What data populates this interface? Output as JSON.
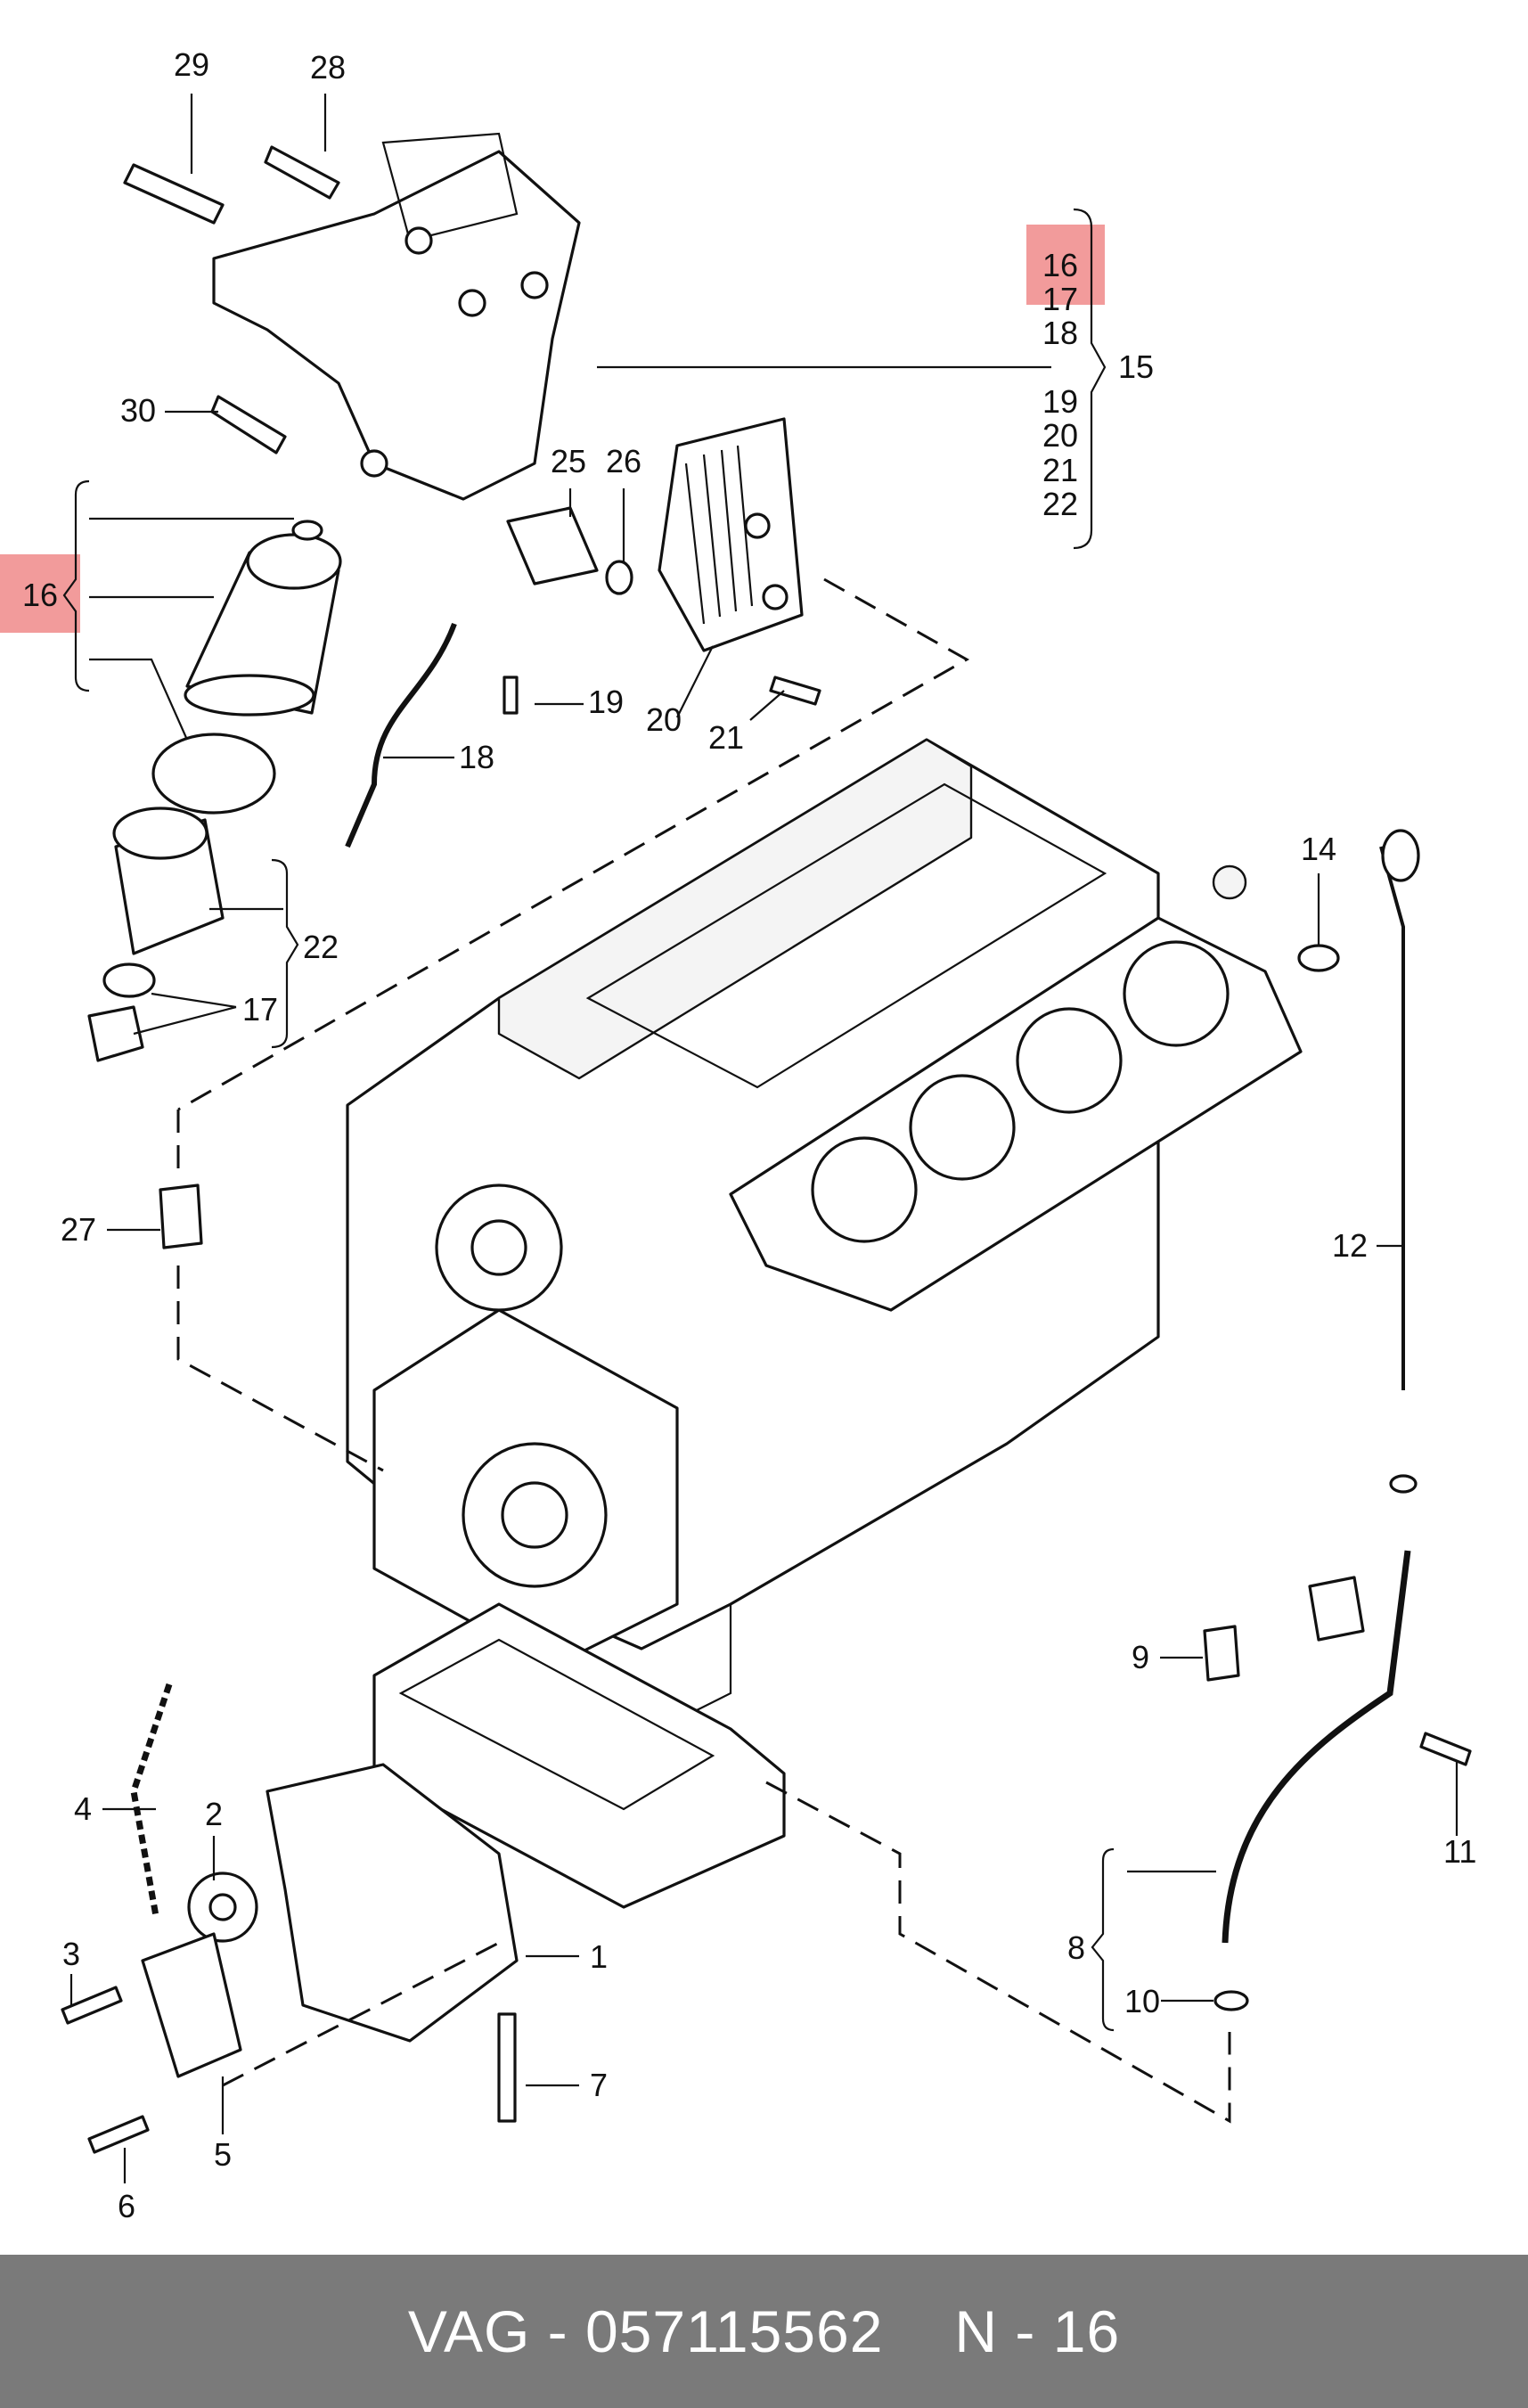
{
  "callouts": {
    "c1": "1",
    "c2": "2",
    "c3": "3",
    "c4": "4",
    "c5": "5",
    "c6": "6",
    "c7": "7",
    "c8": "8",
    "c9": "9",
    "c10": "10",
    "c11": "11",
    "c12": "12",
    "c14": "14",
    "c15": "15",
    "c16_list": "16",
    "c17_list": "17",
    "c18_list": "18",
    "c19_list": "19",
    "c20_list": "20",
    "c21_list": "21",
    "c22_list": "22",
    "c16_side": "16",
    "c17": "17",
    "c18": "18",
    "c19": "19",
    "c20": "20",
    "c21": "21",
    "c22": "22",
    "c25": "25",
    "c26": "26",
    "c27": "27",
    "c28": "28",
    "c29": "29",
    "c30": "30"
  },
  "highlight_color": "#f08a8a",
  "footer": {
    "brand_part": "VAG - 057115562",
    "item": "N - 16",
    "background": "#7a7a7a"
  }
}
